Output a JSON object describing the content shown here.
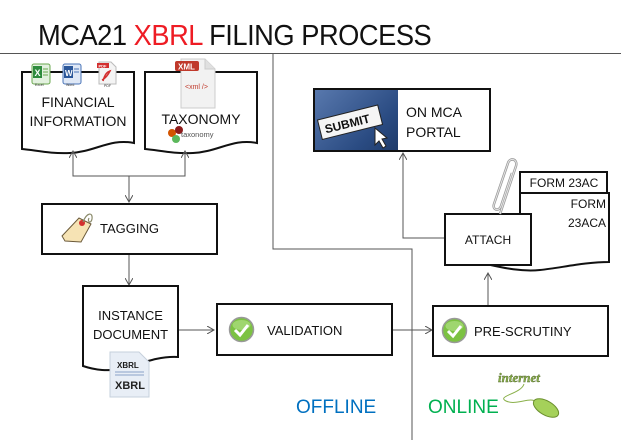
{
  "title": {
    "part1": "MCA21",
    "part2": "XBRL",
    "part3": "FILING PROCESS",
    "accent_color": "#ee1c24"
  },
  "nodes": {
    "financial_information": {
      "line1": "FINANCIAL",
      "line2": "INFORMATION",
      "icons": [
        "excel-icon",
        "word-icon",
        "pdf-icon"
      ],
      "icon_labels": [
        "Excel",
        "Word",
        "PDF"
      ]
    },
    "taxonomy": {
      "label": "TAXONOMY",
      "xml_badge": "XML",
      "xml_tag": "<xml />",
      "logo_text": "taxonomy"
    },
    "tagging": {
      "label": "TAGGING",
      "icon": "tag-icon"
    },
    "instance_document": {
      "line1": "INSTANCE",
      "line2": "DOCUMENT",
      "file_top": "XBRL",
      "file_bottom": "XBRL"
    },
    "validation": {
      "label": "VALIDATION",
      "icon": "check-icon"
    },
    "pre_scrutiny": {
      "label": "PRE-SCRUTINY",
      "icon": "check-icon"
    },
    "attach": {
      "label": "ATTACH",
      "icon": "paperclip-icon"
    },
    "form_23ac": {
      "label": "FORM 23AC"
    },
    "form_23aca": {
      "line1": "FORM",
      "line2": "23ACA"
    },
    "submit": {
      "button_text": "SUBMIT",
      "line1": "ON MCA",
      "line2": "PORTAL"
    }
  },
  "zones": {
    "offline": {
      "label": "OFFLINE",
      "color": "#0070c0"
    },
    "online": {
      "label": "ONLINE",
      "color": "#00b050",
      "badge": "internet"
    }
  },
  "edges": [
    [
      "financial_information",
      "tagging"
    ],
    [
      "taxonomy",
      "tagging"
    ],
    [
      "tagging",
      "instance_document"
    ],
    [
      "instance_document",
      "validation"
    ],
    [
      "validation",
      "pre_scrutiny"
    ],
    [
      "pre_scrutiny",
      "attach"
    ],
    [
      "attach",
      "submit"
    ]
  ]
}
